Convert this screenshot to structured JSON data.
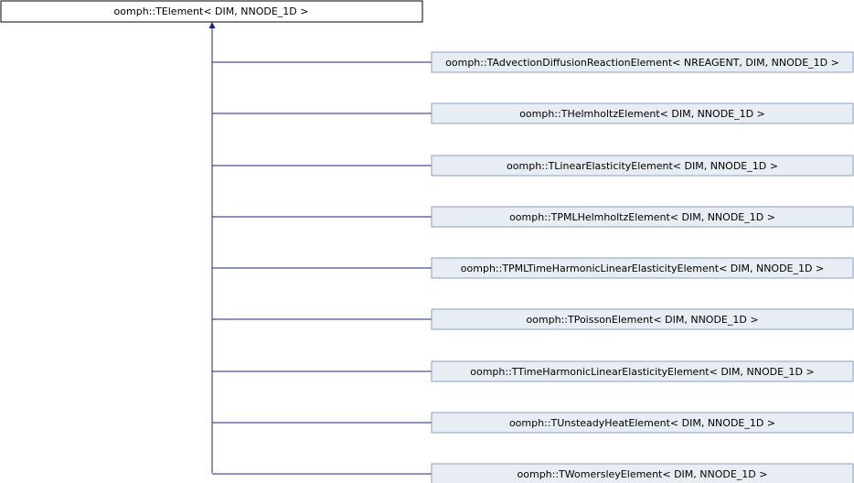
{
  "base_class": {
    "label": "oomph::TElement< DIM, NNODE_1D >",
    "fill": "#ffffff",
    "stroke": "#000000"
  },
  "derived_classes": [
    {
      "label": "oomph::TAdvectionDiffusionReactionElement< NREAGENT, DIM, NNODE_1D >"
    },
    {
      "label": "oomph::THelmholtzElement< DIM, NNODE_1D >"
    },
    {
      "label": "oomph::TLinearElasticityElement< DIM, NNODE_1D >"
    },
    {
      "label": "oomph::TPMLHelmholtzElement< DIM, NNODE_1D >"
    },
    {
      "label": "oomph::TPMLTimeHarmonicLinearElasticityElement< DIM, NNODE_1D >"
    },
    {
      "label": "oomph::TPoissonElement< DIM, NNODE_1D >"
    },
    {
      "label": "oomph::TTimeHarmonicLinearElasticityElement< DIM, NNODE_1D >"
    },
    {
      "label": "oomph::TUnsteadyHeatElement< DIM, NNODE_1D >"
    },
    {
      "label": "oomph::TWomersleyElement< DIM, NNODE_1D >"
    }
  ],
  "colors": {
    "derived_fill": "#e8edf4",
    "derived_stroke": "#8aa0c2",
    "edge": "#1a237e"
  },
  "relationship": "inheritance"
}
